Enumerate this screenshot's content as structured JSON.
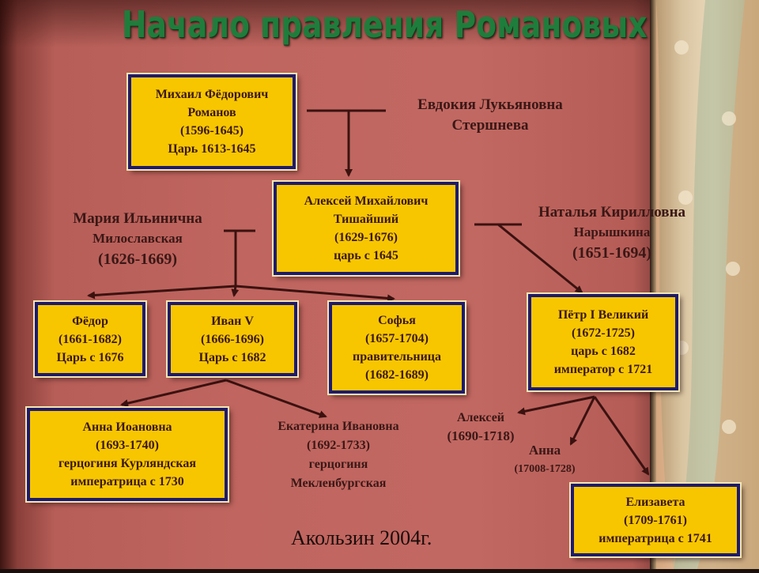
{
  "title": "Начало правления Романовых",
  "credit": "Акользин 2004г.",
  "colors": {
    "box_fill": "#f7c600",
    "box_border": "#1e1b6e",
    "background": "#c0655f",
    "title": "#1f7d3c"
  },
  "nodes": {
    "mikhail": [
      "Михаил Фёдорович",
      "Романов",
      "(1596-1645)",
      "Царь 1613-1645"
    ],
    "evdokia": [
      "Евдокия Лукьяновна",
      "Стершнева"
    ],
    "alexei": [
      "Алексей Михайлович",
      "Тишайший",
      "(1629-1676)",
      "царь с 1645"
    ],
    "maria": [
      "Мария Ильинична",
      "Милославская",
      "(1626-1669)"
    ],
    "natalya": [
      "Наталья Кирилловна",
      "Нарышкина",
      "(1651-1694)"
    ],
    "fedor": [
      "Фёдор",
      "(1661-1682)",
      "Царь с 1676"
    ],
    "ivan": [
      "Иван V",
      "(1666-1696)",
      "Царь с 1682"
    ],
    "sofya": [
      "Софья",
      "(1657-1704)",
      "правительница",
      "(1682-1689)"
    ],
    "petr": [
      "Пётр I Великий",
      "(1672-1725)",
      "царь с 1682",
      "император с 1721"
    ],
    "anna_ioannovna": [
      "Анна Иоановна",
      "(1693-1740)",
      "герцогиня Курляндская",
      "императрица с 1730"
    ],
    "ekaterina": [
      "Екатерина Ивановна",
      "(1692-1733)",
      "герцогиня",
      "Мекленбургская"
    ],
    "alexei_petrovich": [
      "Алексей",
      "(1690-1718)"
    ],
    "anna_petrovna": [
      "Анна",
      "(17008-1728)"
    ],
    "elizaveta": [
      "Елизавета",
      "(1709-1761)",
      "императрица с 1741"
    ]
  }
}
